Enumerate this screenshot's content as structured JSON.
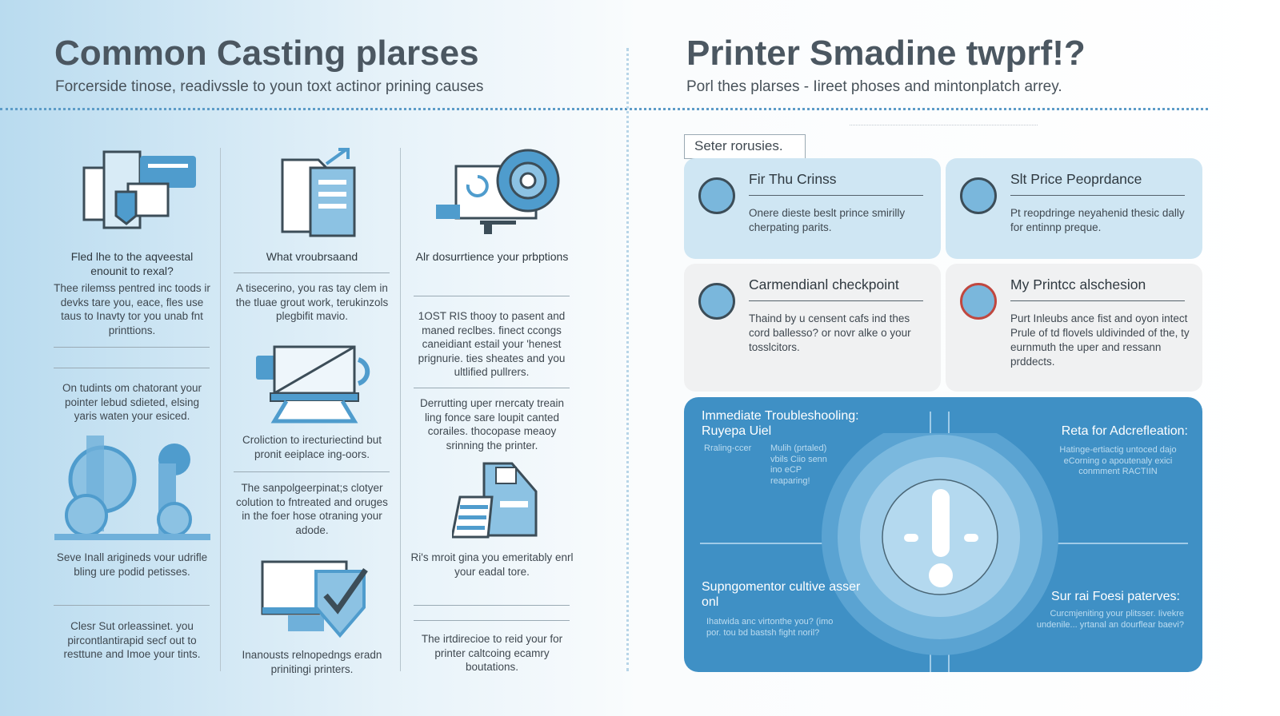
{
  "left": {
    "title": "Common Casting plarses",
    "subtitle": "Forcerside tinose, readivssle to youn toxt actinor prining causes",
    "col1": {
      "h1": "Fled lhe to the aqveestal enounit to rexal?",
      "p1": "Thee rilemss pentred inc toods ir devks tare you, eace, fles use taus to Inavty tor you unab fnt printtions.",
      "p2": "On tudints om chatorant your pointer lebud sdieted, elsing yaris waten your esiced.",
      "h2": "Seve Inall arigineds vour udrifle bling ure podid petisses.",
      "p3": "Clesr Sut orleassinet. you pircontlantirapid secf out to resttune and Imoe your tints."
    },
    "col2": {
      "h1": "What vroubrsaand",
      "p1": "A tisecerino, you ras tay clem in the tluae grout work, terukinzols plegbifit mavio.",
      "h2": "Croliction to irecturiectind but pronit eeiplace ing-oors.",
      "p2": "The sanpolgeerpinat;s clotyer colution to fntreated and oruges in the foer hose otraning your adode.",
      "h3": "Inanousts relnopedngs eradn prinitingi printers."
    },
    "col3": {
      "h1": "Alr dosurrtience your prbptions",
      "p1": "1OST RIS thooy to pasent and maned reclbes. finect ccongs caneidiant estail your 'henest prignurie. ties sheates and you ultlified pullrers.",
      "p2": "Derrutting uper rnercaty treain ling fonce sare loupit canted corailes. thocopase meaoy srinning the printer.",
      "h2": "Ri's mroit gina you emeritably enrl your eadal tore.",
      "p3": "The irtdirecioe to reid your for printer caltcoing ecamry boutations."
    }
  },
  "right": {
    "title": "Printer Smadine twprf!?",
    "subtitle": "Porl thes plarses - Iireet phoses and mintonplatch arrey.",
    "tag": "Seter rorusies.",
    "cards": [
      {
        "title": "Fir Thu Crinss",
        "body": "Onere dieste beslt prince smirilly cherpating parits."
      },
      {
        "title": "Slt Price Peoprdance",
        "body": "Pt reopdringe neyahenid thesic dally for entinnp preque."
      },
      {
        "title": "Carmendianl checkpoint",
        "body": "Thaind by u censent cafs ind thes cord ballesso? or novr alke o your tosslcitors."
      },
      {
        "title": "My Printcc alschesion",
        "body": "Purt Inleubs ance fist and oyon intect Prule of td flovels uldivinded of the, ty eurnmuth the uper and ressann prddects."
      }
    ],
    "panel": {
      "tl_title": "Immediate Troubleshooling: Ruyepa Uiel",
      "tl_label": "Rraling-ccer",
      "tl_text": "Mulih (prtaled) vbils Ciio senn ino eCP reaparing!",
      "tr_title": "Reta for Adcrefleation:",
      "tr_text": "Hatinge-ertiactig untoced dajo eCorning o apoutenaly exici conmment RACTIIN",
      "bl_title": "Supngomentor cultive asser onl",
      "bl_text": "Ihatwida anc virtonthe you? (imo por. tou bd bastsh fight noril?",
      "br_title": "Sur rai Foesi paterves:",
      "br_text": "Curcmjeniting your plitsser. Iivekre undenile... yrtanal an dourflear baevi?"
    }
  },
  "colors": {
    "accent": "#3f90c5",
    "card_blue": "#cfe6f3",
    "card_gray": "#f0f1f2"
  }
}
